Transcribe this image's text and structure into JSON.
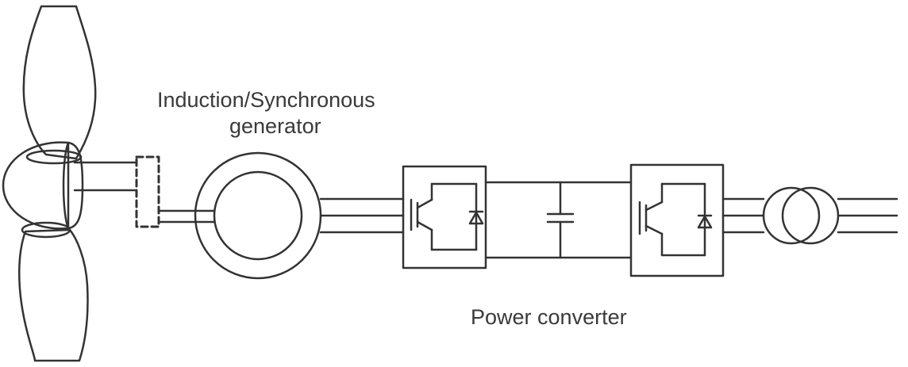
{
  "labels": {
    "generator_line1": "Induction/Synchronous",
    "generator_line2": "generator",
    "power_converter": "Power converter"
  },
  "colors": {
    "stroke": "#333333",
    "text": "#3a3a3a",
    "background": "#ffffff"
  }
}
